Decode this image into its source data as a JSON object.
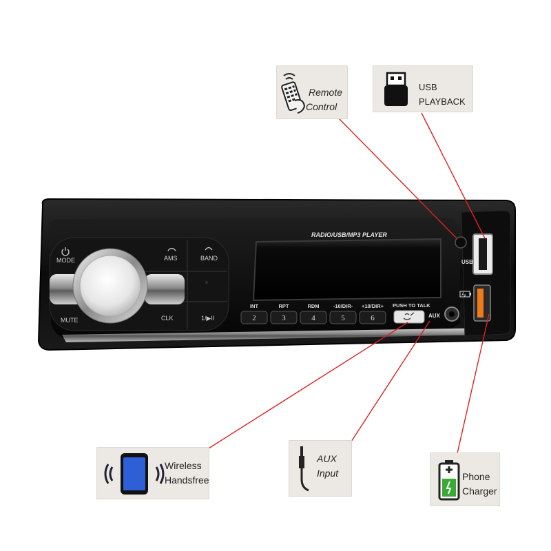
{
  "device": {
    "lcd_title": "RADIO/USB/MP3 PLAYER",
    "knob_buttons": {
      "mode": "MODE",
      "mute": "MUTE",
      "ams": "AMS",
      "band": "BAND",
      "clk": "CLK",
      "play_pause": "1/▶II"
    },
    "preset_buttons": [
      {
        "label": "INT",
        "number": "2"
      },
      {
        "label": "RPT",
        "number": "3"
      },
      {
        "label": "RDM",
        "number": "4"
      },
      {
        "label": "-10/DIR-",
        "number": "5"
      },
      {
        "label": "+10/DIR+",
        "number": "6"
      }
    ],
    "push_to_talk": "PUSH TO TALK",
    "aux": "AUX",
    "usb": "USB"
  },
  "callouts": {
    "remote": {
      "line1": "Remote",
      "line2": "Control",
      "icon": "remote-control-icon"
    },
    "usb": {
      "line1": "USB",
      "line2": "PLAYBACK",
      "icon": "usb-stick-icon"
    },
    "handsfree": {
      "line1": "Wireless",
      "line2": "Handsfree",
      "icon": "phone-wireless-icon"
    },
    "aux": {
      "line1": "AUX",
      "line2": "Input",
      "icon": "aux-jack-icon"
    },
    "charger": {
      "line1": "Phone",
      "line2": "Charger",
      "icon": "battery-charge-icon"
    }
  },
  "colors": {
    "leader_line": "#e02020",
    "usb_charge_port": "#f07a1a",
    "phone_screen": "#2f5fd6",
    "battery_fill": "#3aaa35"
  }
}
